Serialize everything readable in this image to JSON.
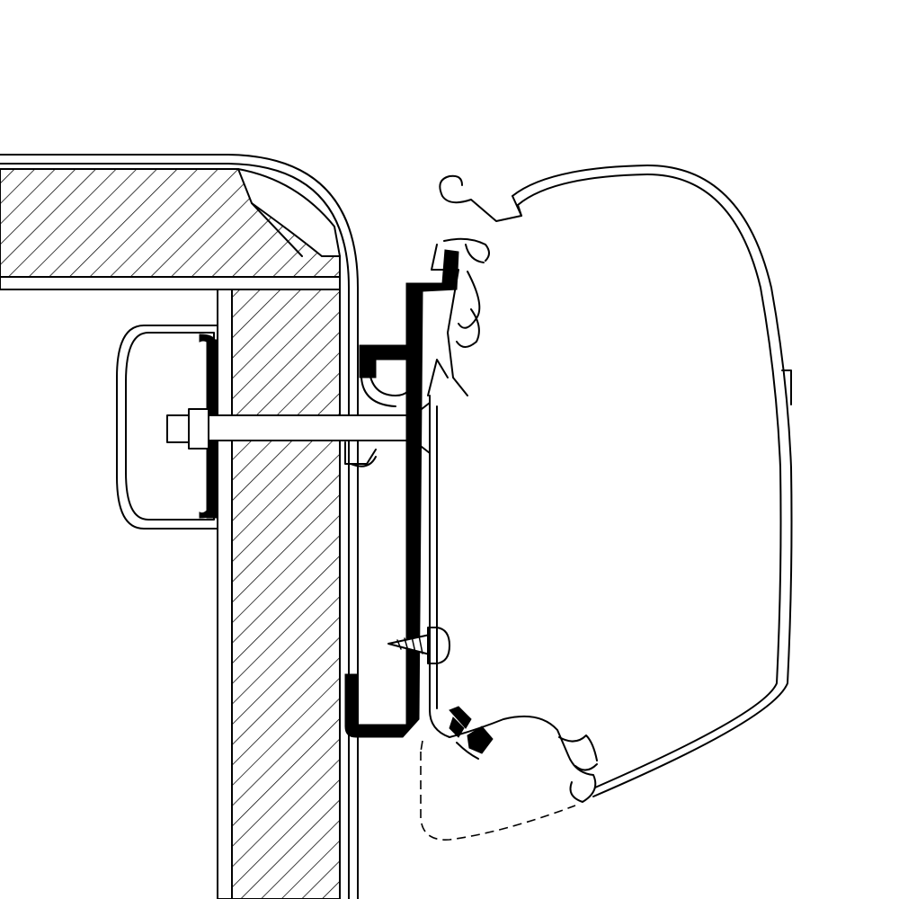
{
  "diagram": {
    "description_parts": [
      "wall-section",
      "roof-section",
      "mounting-adapter",
      "awning-cassette",
      "bolt",
      "screw",
      "backing-plate"
    ],
    "colors": {
      "line": "#000000",
      "background": "#ffffff",
      "fill_solid": "#000000"
    }
  }
}
